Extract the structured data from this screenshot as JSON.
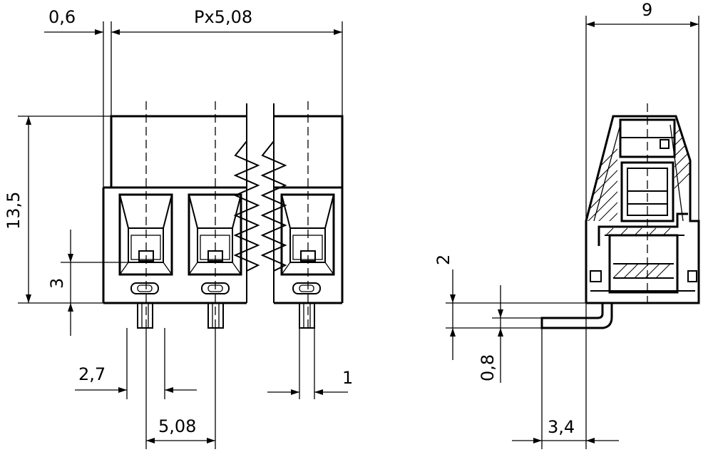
{
  "dimensions": {
    "pin_offset": "0,6",
    "length": "Px5,08",
    "side_width": "9",
    "height": "13,5",
    "pin_height": "3",
    "pin_width": "2,7",
    "pitch": "5,08",
    "pin_thickness": "1",
    "lead_height": "2",
    "lead_thickness": "0,8",
    "lead_offset": "3,4"
  }
}
